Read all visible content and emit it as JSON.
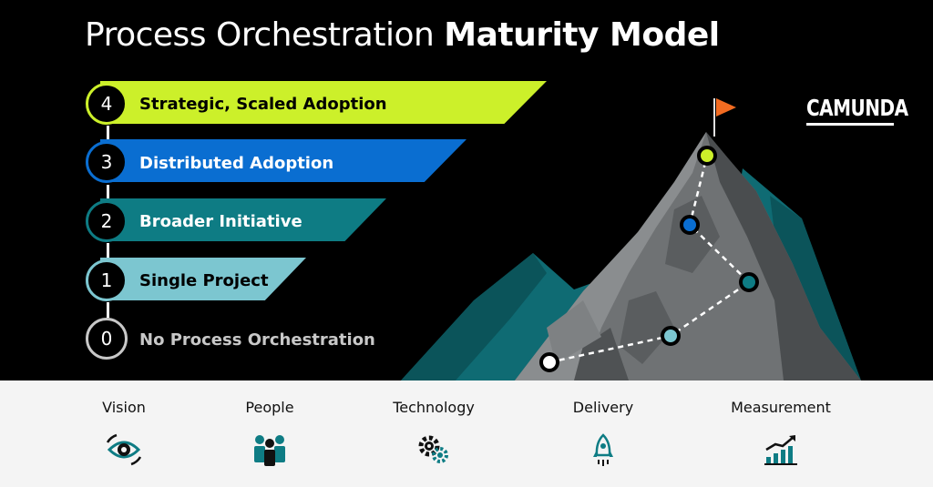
{
  "title": {
    "regular": "Process Orchestration ",
    "bold": "Maturity Model"
  },
  "brand": "CAMUNDA",
  "levels": [
    {
      "number": "4",
      "label": "Strategic, Scaled Adoption",
      "color": "#ccf02a",
      "text_color": "#000000"
    },
    {
      "number": "3",
      "label": "Distributed Adoption",
      "color": "#0a6ed1",
      "text_color": "#ffffff"
    },
    {
      "number": "2",
      "label": "Broader Initiative",
      "color": "#0e7c84",
      "text_color": "#ffffff"
    },
    {
      "number": "1",
      "label": "Single Project",
      "color": "#7cc6d0",
      "text_color": "#000000"
    },
    {
      "number": "0",
      "label": "No Process Orchestration",
      "color": "#000000",
      "text_color": "#c8c8c8"
    }
  ],
  "categories": [
    {
      "label": "Vision",
      "icon": "eye-icon"
    },
    {
      "label": "People",
      "icon": "people-icon"
    },
    {
      "label": "Technology",
      "icon": "gears-icon"
    },
    {
      "label": "Delivery",
      "icon": "rocket-icon"
    },
    {
      "label": "Measurement",
      "icon": "growth-chart-icon"
    }
  ],
  "colors": {
    "accent_teal": "#0e7c84",
    "flag": "#f26b21",
    "background": "#000000",
    "footer": "#f4f4f4"
  }
}
